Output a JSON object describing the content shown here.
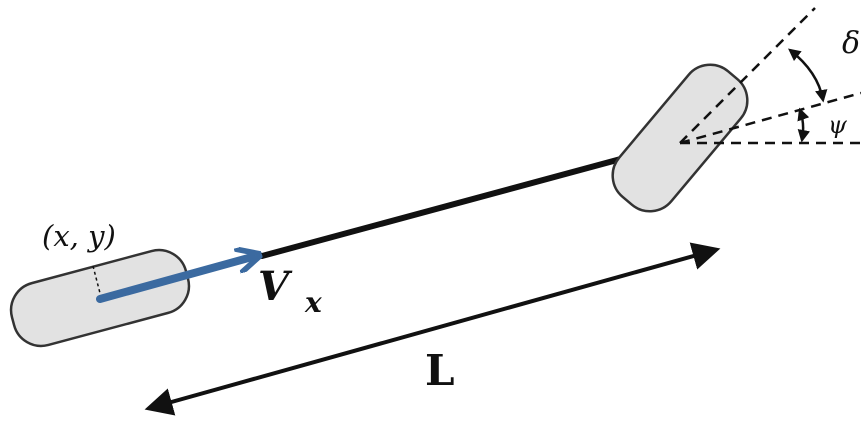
{
  "labels": {
    "position": "(x, y)",
    "velocity_symbol": "V",
    "velocity_subscript": "x",
    "wheelbase": "L",
    "steer_angle": "δ",
    "heading_angle": "ψ"
  },
  "colors": {
    "velocity_arrow": "#3b6aa0",
    "vehicle_body": "#111111",
    "wheel_fill": "#e2e2e2",
    "wheel_stroke": "#333333",
    "dashed_lines": "#111111"
  }
}
